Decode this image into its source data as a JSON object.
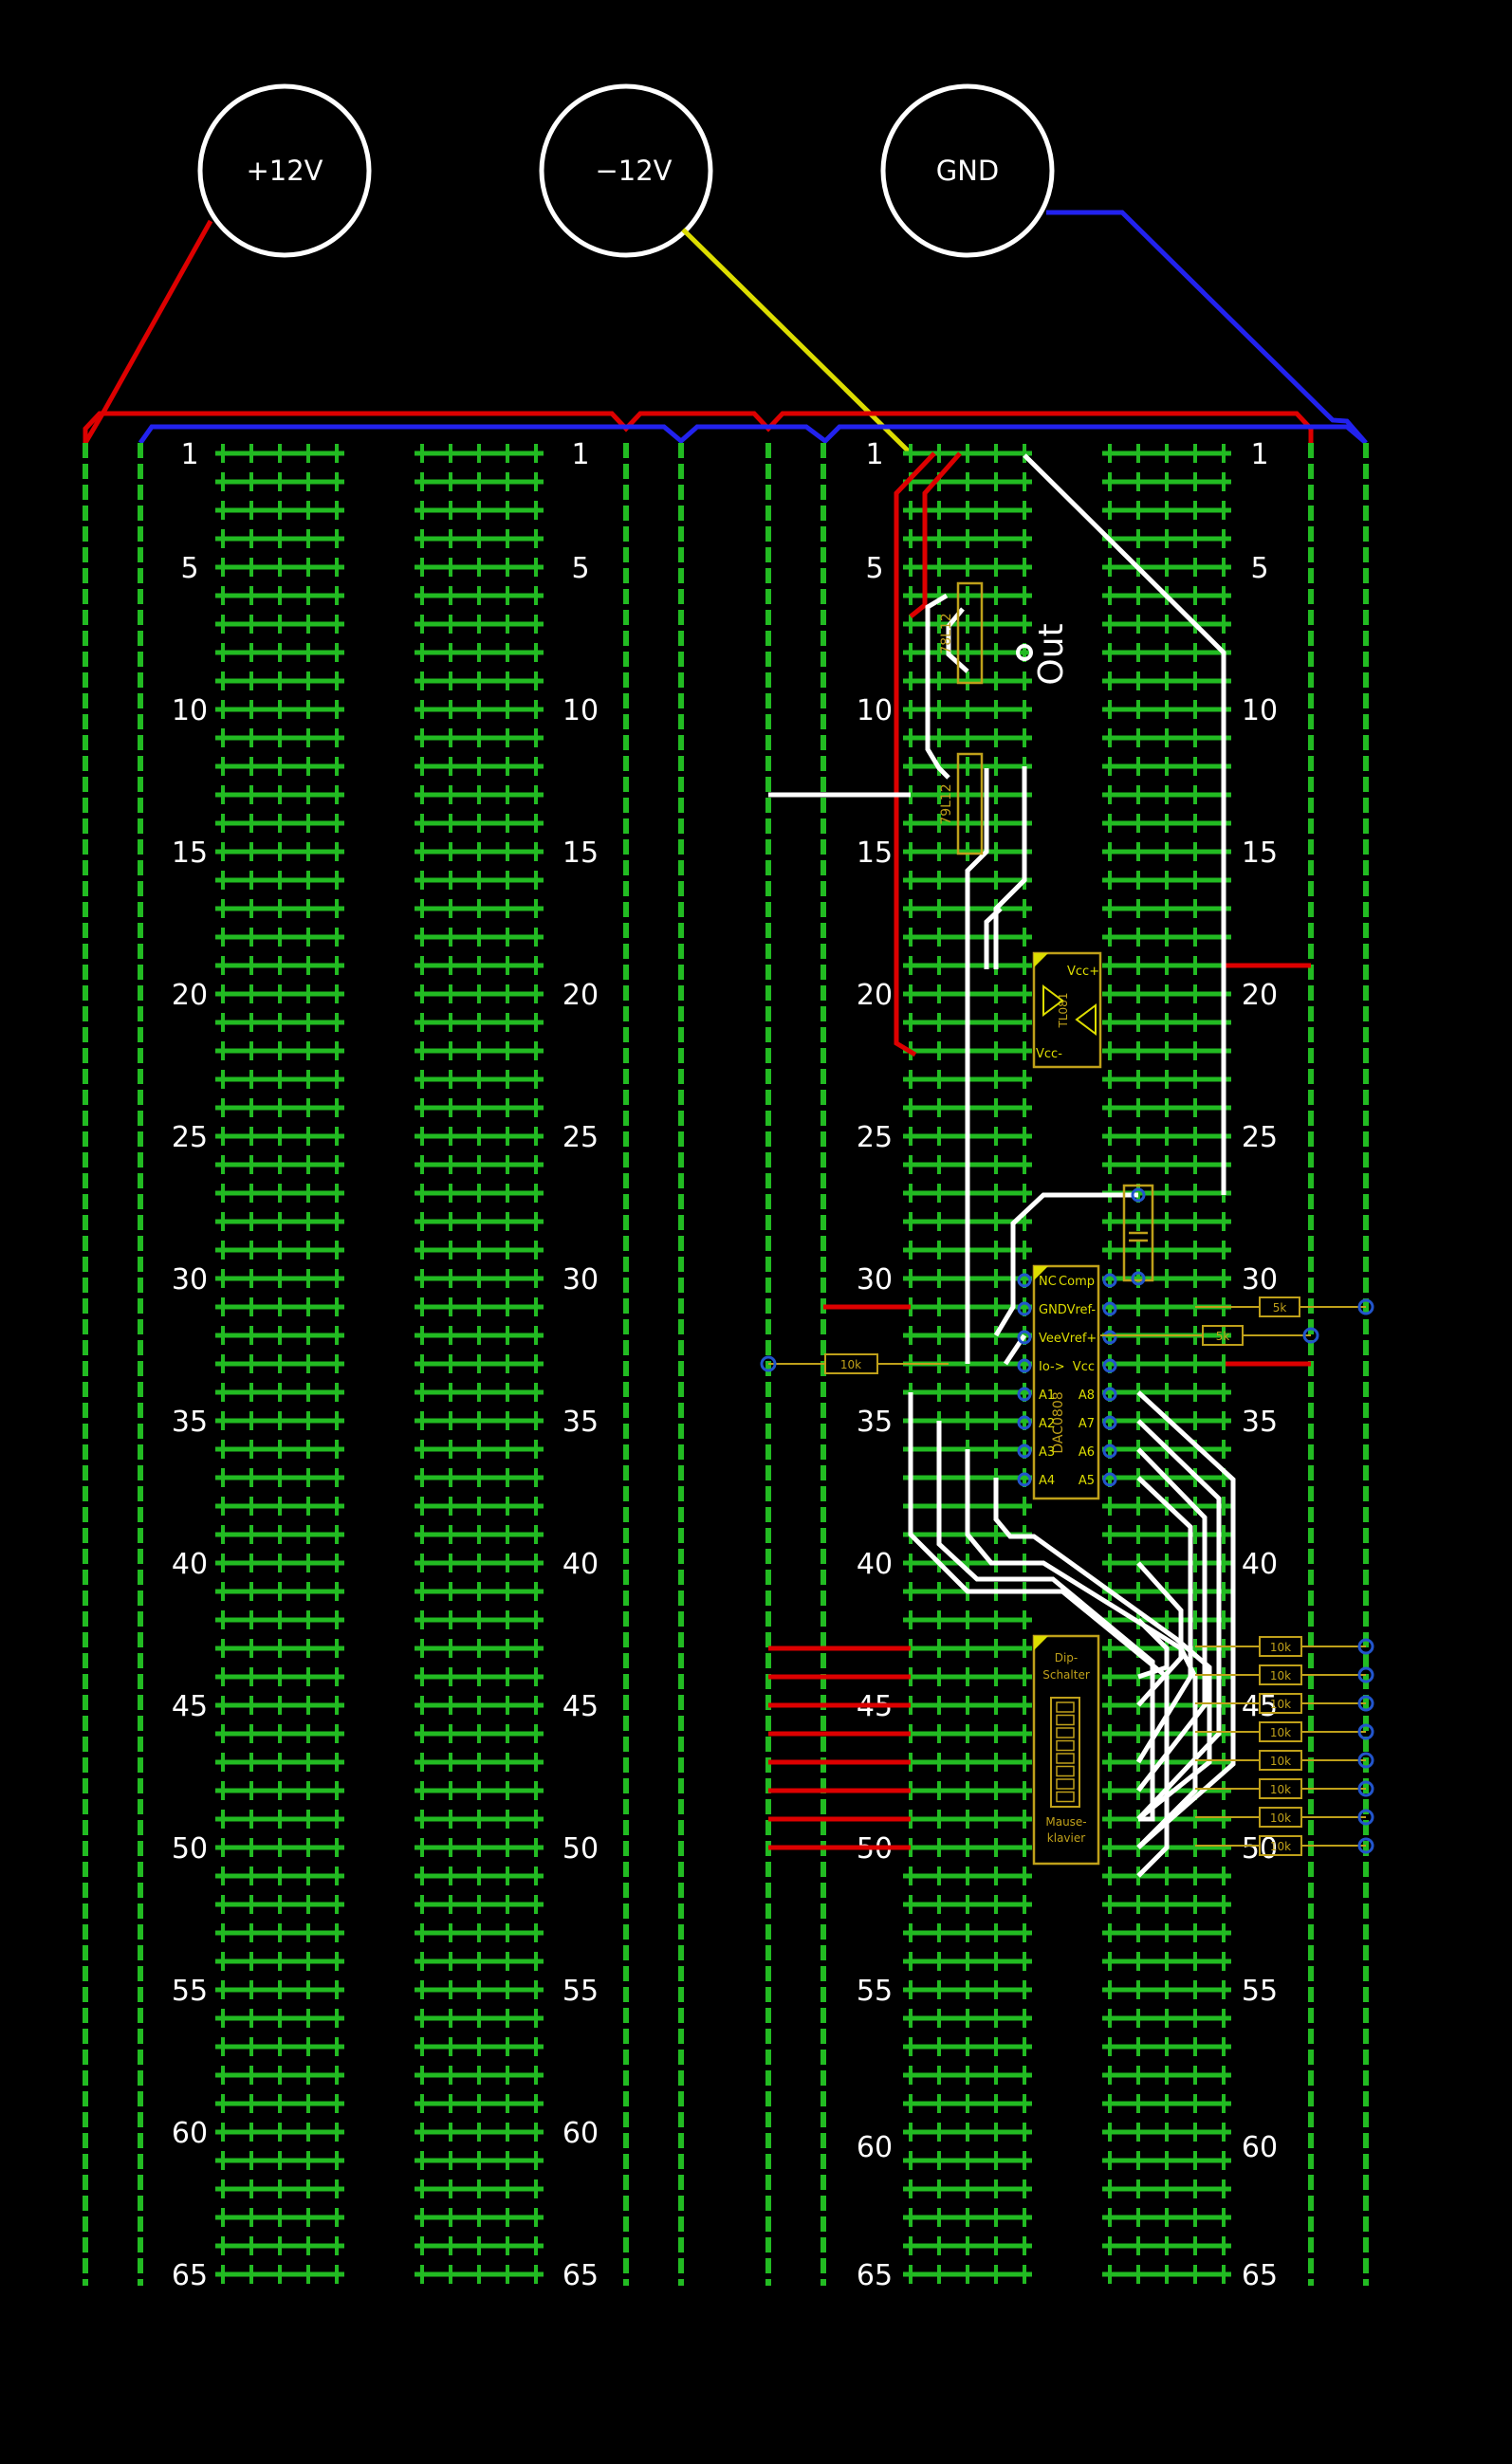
{
  "terminals": [
    {
      "id": "plus12",
      "label": "+12V"
    },
    {
      "id": "minus12",
      "label": "−12V"
    },
    {
      "id": "gnd",
      "label": "GND"
    }
  ],
  "row_numbers": [
    "1",
    "5",
    "10",
    "15",
    "20",
    "25",
    "30",
    "35",
    "40",
    "45",
    "50",
    "55",
    "60",
    "65"
  ],
  "row_numbers_right_block": [
    "1",
    "5",
    "10",
    "15",
    "20",
    "25",
    "30",
    "35",
    "40",
    "45",
    "50",
    "55",
    "60",
    "65"
  ],
  "colors": {
    "background": "#000000",
    "strip": "#22bb22",
    "positive_rail": "#dd0000",
    "negative_rail": "#dddd00",
    "ground_rail": "#2222ee",
    "jumper": "#ffffff",
    "part_outline": "#bfa01a",
    "hole": "#2255cc"
  },
  "out_label": "Out",
  "ic_dac": {
    "name": "DAC0808",
    "pins_left": [
      "NC",
      "GNDVref-",
      "VeeVref+",
      "Io->",
      "A1",
      "A2",
      "A3",
      "A4"
    ],
    "pins_right": [
      "Comp",
      "",
      "",
      "Vcc",
      "A8",
      "A7",
      "A6",
      "A5"
    ]
  },
  "ic_opamp": {
    "name": "TL081",
    "labels": [
      "Vcc+",
      "Vcc-"
    ]
  },
  "reg_top": "78L12",
  "reg_bottom": "79L12",
  "dip_switch": {
    "line1": "Dip-",
    "line2": "Schalter",
    "line3": "Mause-",
    "line4": "klavier"
  },
  "resistors": {
    "r10k_left": "10k",
    "r5k_a": "5k",
    "r5k_b": "5k",
    "r10k_bank": [
      "10k",
      "10k",
      "10k",
      "10k",
      "10k",
      "10k",
      "10k",
      "10k"
    ]
  }
}
